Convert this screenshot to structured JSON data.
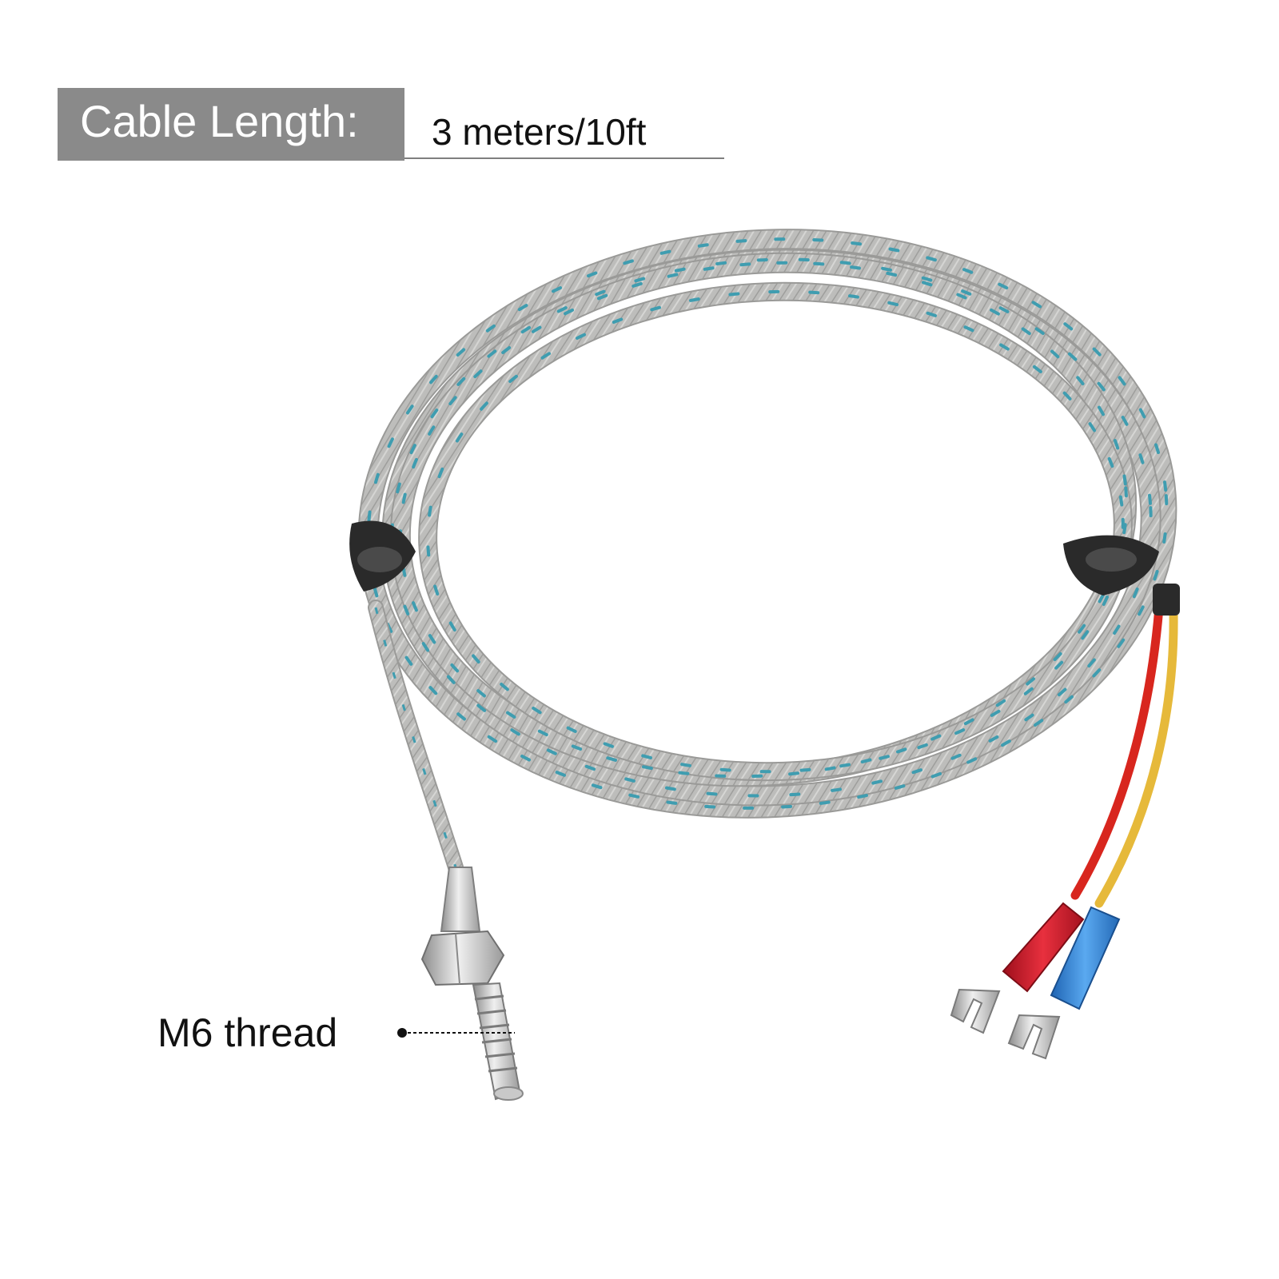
{
  "spec": {
    "label": "Cable Length:",
    "value": "3 meters/10ft"
  },
  "callout": {
    "label": "M6 thread"
  },
  "colors": {
    "label_bg": "#8a8a8a",
    "cable_sheath": "#b9b9b7",
    "cable_tracer": "#3f9db0",
    "wire_red": "#d8261e",
    "wire_yellow": "#e6b93a",
    "terminal_red": "#d11a2a",
    "terminal_blue": "#3b8fe0",
    "tie_black": "#2a2a2a"
  }
}
